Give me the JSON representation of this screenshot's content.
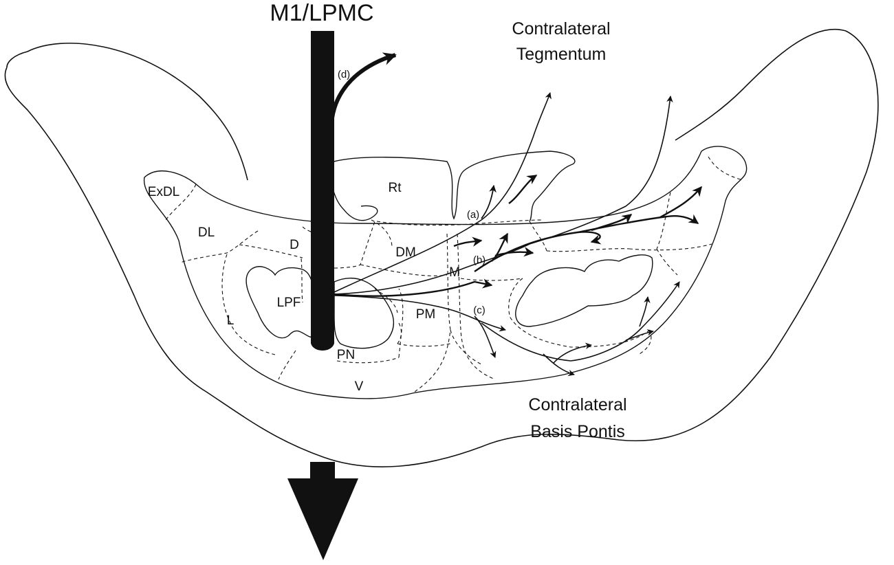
{
  "title": "M1/LPMC",
  "targets": {
    "tegmentum_line1": "Contralateral",
    "tegmentum_line2": "Tegmentum",
    "pontis_line1": "Contralateral",
    "pontis_line2": "Basis Pontis"
  },
  "regions": {
    "exdl": "ExDL",
    "dl": "DL",
    "d": "D",
    "l": "L",
    "lpf": "LPF",
    "pn": "PN",
    "v": "V",
    "rt": "Rt",
    "dm": "DM",
    "m": "M",
    "pm": "PM"
  },
  "pathways": {
    "a": "(a)",
    "b": "(b)",
    "c": "(c)",
    "d": "(d)"
  },
  "colors": {
    "ink": "#111111",
    "background": "#ffffff"
  }
}
